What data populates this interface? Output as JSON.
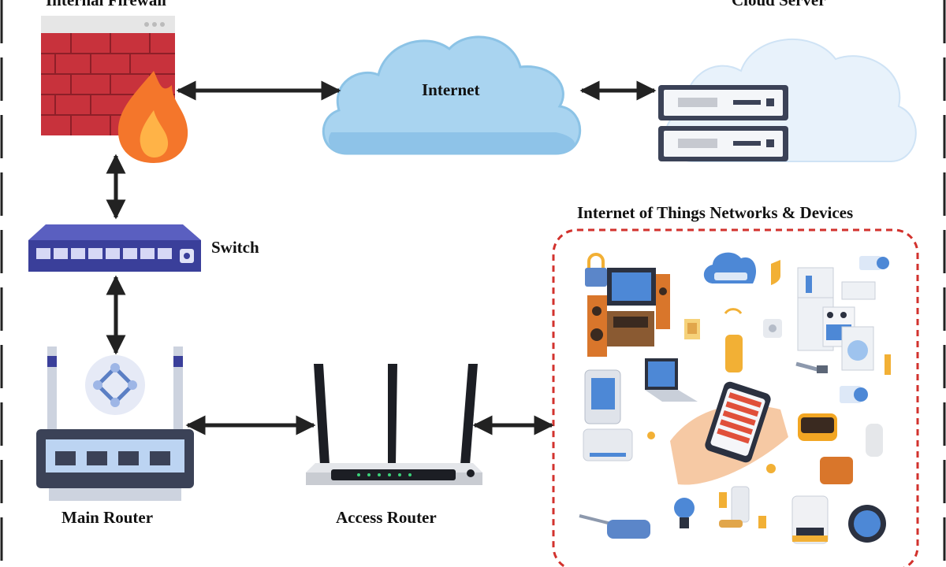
{
  "nodes": {
    "internal_firewall": "Internal Firewall",
    "cloud_server": "Cloud Server",
    "internet": "Internet",
    "switch": "Switch",
    "main_router": "Main Router",
    "access_router": "Access Router",
    "iot_group": "Internet of Things Networks & Devices"
  },
  "colors": {
    "firewall_brick": "#c8323c",
    "cloud": "#a9d4f0",
    "switch_body": "#3a3f9a",
    "router_body": "#3b4257",
    "iot_border": "#d2322d",
    "arrow": "#222222"
  }
}
